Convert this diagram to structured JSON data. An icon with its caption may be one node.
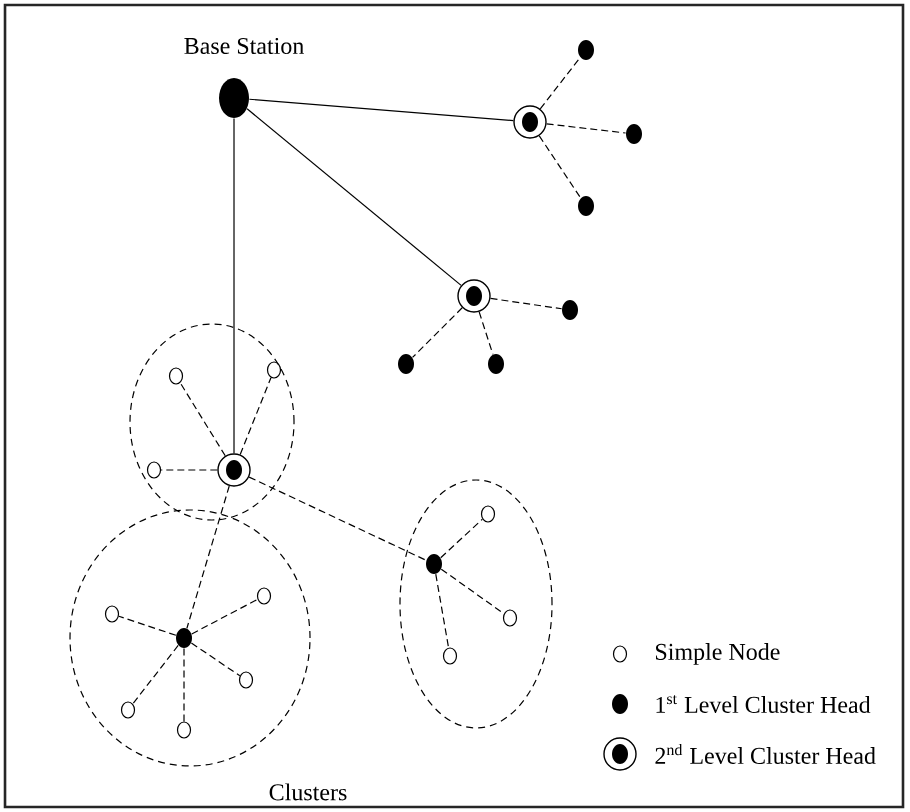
{
  "diagram": {
    "nodes": [
      {
        "text": [
          "Base Station"
        ]
      },
      {
        "text": [],
        "shape": "ring"
      },
      {
        "text": [],
        "shape": "dot"
      },
      {
        "text": [],
        "shape": "dot"
      },
      {
        "text": [],
        "shape": "dot"
      },
      {
        "text": [],
        "shape": "ring"
      },
      {
        "text": [],
        "shape": "dot"
      },
      {
        "text": [],
        "shape": "dot"
      },
      {
        "text": [],
        "shape": "dot"
      },
      {
        "text": [],
        "shape": "ellipse"
      },
      {
        "text": [],
        "shape": "ring",
        "in": 9
      },
      {
        "text": [],
        "shape": "circle",
        "in": 9
      },
      {
        "text": [],
        "shape": "circle",
        "in": 9
      },
      {
        "text": [],
        "shape": "circle",
        "in": 9
      },
      {
        "text": [],
        "shape": "ellipse"
      },
      {
        "text": [],
        "shape": "dot",
        "in": 14
      },
      {
        "text": [],
        "shape": "circle",
        "in": 14
      },
      {
        "text": [],
        "shape": "circle",
        "in": 14
      },
      {
        "text": [],
        "shape": "circle",
        "in": 14
      },
      {
        "text": [],
        "shape": "ellipse"
      },
      {
        "text": [],
        "shape": "dot",
        "in": 19
      },
      {
        "text": [],
        "shape": "circle",
        "in": 19
      },
      {
        "text": [],
        "shape": "circle",
        "in": 19
      },
      {
        "text": [],
        "shape": "circle",
        "in": 19
      },
      {
        "text": [],
        "shape": "circle",
        "in": 19
      },
      {
        "text": [],
        "shape": "circle",
        "in": 19
      }
    ],
    "edges": [
      {
        "from": 0,
        "to": 1,
        "arrow": "none"
      },
      {
        "from": 0,
        "to": 5,
        "arrow": "none"
      },
      {
        "from": 0,
        "to": 10,
        "arrow": "none"
      },
      {
        "from": 1,
        "to": 2,
        "arrow": "none",
        "style": "dashed"
      },
      {
        "from": 1,
        "to": 3,
        "arrow": "none",
        "style": "dashed"
      },
      {
        "from": 1,
        "to": 4,
        "arrow": "none",
        "style": "dashed"
      },
      {
        "from": 5,
        "to": 6,
        "arrow": "none",
        "style": "dashed"
      },
      {
        "from": 5,
        "to": 7,
        "arrow": "none",
        "style": "dashed"
      },
      {
        "from": 5,
        "to": 8,
        "arrow": "none",
        "style": "dashed"
      },
      {
        "from": 10,
        "to": 11,
        "arrow": "none",
        "style": "dashed"
      },
      {
        "from": 10,
        "to": 12,
        "arrow": "none",
        "style": "dashed"
      },
      {
        "from": 10,
        "to": 13,
        "arrow": "none",
        "style": "dashed"
      },
      {
        "from": 10,
        "to": 15,
        "arrow": "none",
        "style": "dashed"
      },
      {
        "from": 10,
        "to": 20,
        "arrow": "none",
        "style": "dashed"
      },
      {
        "from": 15,
        "to": 16,
        "arrow": "none",
        "style": "dashed"
      },
      {
        "from": 15,
        "to": 17,
        "arrow": "none",
        "style": "dashed"
      },
      {
        "from": 15,
        "to": 18,
        "arrow": "none",
        "style": "dashed"
      },
      {
        "from": 20,
        "to": 21,
        "arrow": "none",
        "style": "dashed"
      },
      {
        "from": 20,
        "to": 22,
        "arrow": "none",
        "style": "dashed"
      },
      {
        "from": 20,
        "to": 23,
        "arrow": "none",
        "style": "dashed"
      },
      {
        "from": 20,
        "to": 24,
        "arrow": "none",
        "style": "dashed"
      },
      {
        "from": 20,
        "to": 25,
        "arrow": "none",
        "style": "dashed"
      }
    ],
    "labels": [
      "Clusters"
    ],
    "legend": [
      {
        "text": "Simple Node"
      },
      {
        "text": "1$^{st}$ Level Cluster Head"
      },
      {
        "text": "2$^{nd}$ Level Cluster Head"
      }
    ]
  }
}
